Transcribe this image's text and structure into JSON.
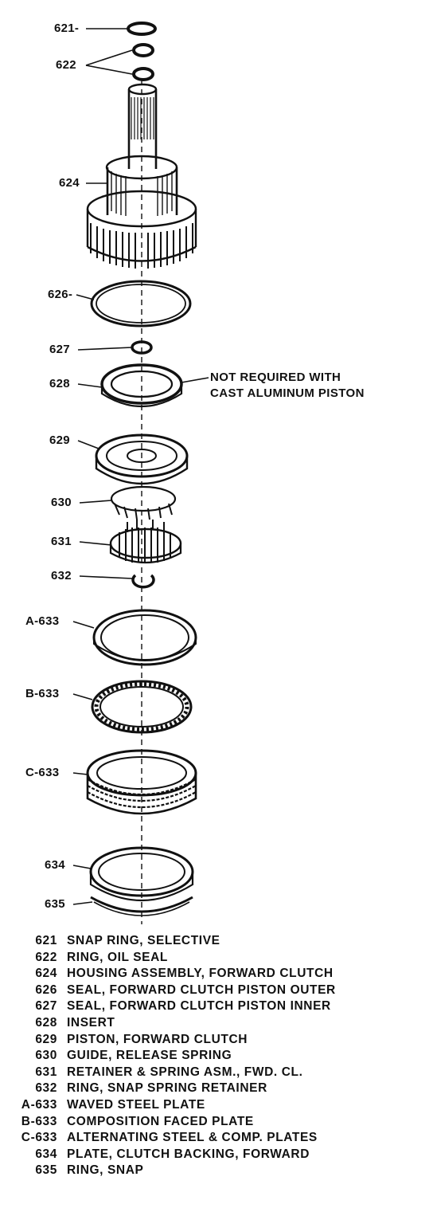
{
  "diagram": {
    "callouts": [
      {
        "id": "621",
        "label": "621-"
      },
      {
        "id": "622",
        "label": "622"
      },
      {
        "id": "624",
        "label": "624"
      },
      {
        "id": "626",
        "label": "626-"
      },
      {
        "id": "627",
        "label": "627"
      },
      {
        "id": "628",
        "label": "628"
      },
      {
        "id": "629",
        "label": "629"
      },
      {
        "id": "630",
        "label": "630"
      },
      {
        "id": "631",
        "label": "631"
      },
      {
        "id": "632",
        "label": "632"
      },
      {
        "id": "A-633",
        "label": "A-633"
      },
      {
        "id": "B-633",
        "label": "B-633"
      },
      {
        "id": "C-633",
        "label": "C-633"
      },
      {
        "id": "634",
        "label": "634"
      },
      {
        "id": "635",
        "label": "635"
      }
    ],
    "note_lines": [
      "NOT REQUIRED WITH",
      "CAST ALUMINUM PISTON"
    ]
  },
  "legend": [
    {
      "number": "621",
      "description": "SNAP RING, SELECTIVE"
    },
    {
      "number": "622",
      "description": "RING, OIL SEAL"
    },
    {
      "number": "624",
      "description": "HOUSING ASSEMBLY, FORWARD CLUTCH"
    },
    {
      "number": "626",
      "description": "SEAL, FORWARD CLUTCH PISTON OUTER"
    },
    {
      "number": "627",
      "description": "SEAL, FORWARD CLUTCH PISTON INNER"
    },
    {
      "number": "628",
      "description": "INSERT"
    },
    {
      "number": "629",
      "description": "PISTON, FORWARD CLUTCH"
    },
    {
      "number": "630",
      "description": "GUIDE, RELEASE SPRING"
    },
    {
      "number": "631",
      "description": "RETAINER & SPRING ASM., FWD. CL."
    },
    {
      "number": "632",
      "description": "RING, SNAP SPRING RETAINER"
    },
    {
      "number": "A-633",
      "description": "WAVED STEEL PLATE"
    },
    {
      "number": "B-633",
      "description": "COMPOSITION FACED PLATE"
    },
    {
      "number": "C-633",
      "description": "ALTERNATING STEEL & COMP. PLATES"
    },
    {
      "number": "634",
      "description": "PLATE, CLUTCH BACKING, FORWARD"
    },
    {
      "number": "635",
      "description": "RING, SNAP"
    }
  ]
}
